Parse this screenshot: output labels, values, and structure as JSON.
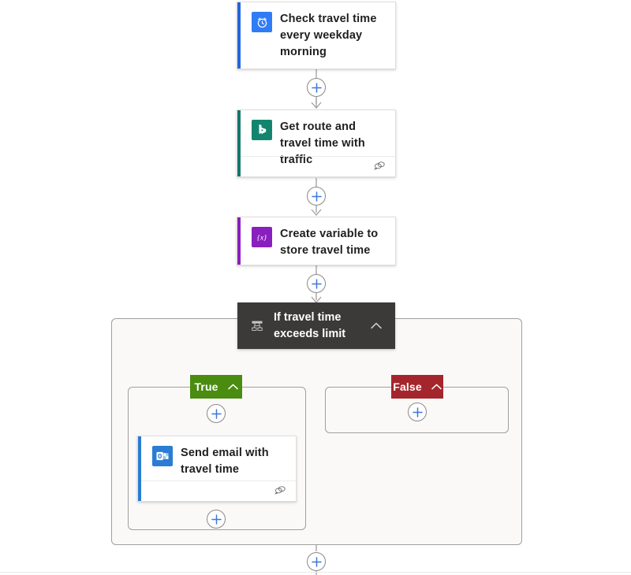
{
  "flow": {
    "title": "Check travel time every weekday morning flow",
    "colors": {
      "trigger_accent": "#2266dd",
      "trigger_icon_bg": "#2f7cf6",
      "bing_accent": "#14796b",
      "bing_icon_bg": "#13856f",
      "variable_accent": "#8a1fc0",
      "variable_icon_bg": "#8a1fc0",
      "outlook_accent": "#2b7cd3",
      "outlook_icon_bg": "#2b7cd3",
      "condition_bg": "#3b3a39",
      "true_badge": "#4a8c0f",
      "false_badge": "#a4262c",
      "scope_bg": "#faf9f8",
      "scope_border": "#a19f9d",
      "plus_stroke": "#8a8886",
      "plus_glyph": "#3b78d8",
      "connector": "#a19f9d",
      "card_bg": "#ffffff",
      "card_border": "#e1dfdd",
      "title_text": "#201f1e"
    },
    "nodes": {
      "trigger": {
        "title": "Check travel time every weekday morning",
        "icon": "alarm-clock-icon",
        "has_footer": false
      },
      "bing_route": {
        "title": "Get route and travel time with traffic",
        "icon": "bing-icon",
        "has_footer": true,
        "footer_icon": "comment-bubbles-icon"
      },
      "create_variable": {
        "title": "Create variable to store travel time",
        "icon": "variable-braces-icon",
        "has_footer": false
      },
      "condition": {
        "title": "If travel time exceeds limit",
        "icon": "condition-branch-icon",
        "collapse_icon": "chevron-up-icon"
      },
      "send_email": {
        "title": "Send email with travel time",
        "icon": "outlook-icon",
        "has_footer": true,
        "footer_icon": "comment-bubbles-icon"
      }
    },
    "branches": {
      "true": {
        "label": "True",
        "collapse_icon": "chevron-up-icon"
      },
      "false": {
        "label": "False",
        "collapse_icon": "chevron-up-icon"
      }
    },
    "add_buttons": [
      {
        "id": "add-after-trigger",
        "name": "add-step-button"
      },
      {
        "id": "add-after-bing",
        "name": "add-step-button"
      },
      {
        "id": "add-after-variable",
        "name": "add-step-button"
      },
      {
        "id": "add-in-true-top",
        "name": "add-step-button"
      },
      {
        "id": "add-in-true-bottom",
        "name": "add-step-button"
      },
      {
        "id": "add-in-false",
        "name": "add-step-button"
      },
      {
        "id": "add-after-condition",
        "name": "add-step-button"
      }
    ]
  }
}
